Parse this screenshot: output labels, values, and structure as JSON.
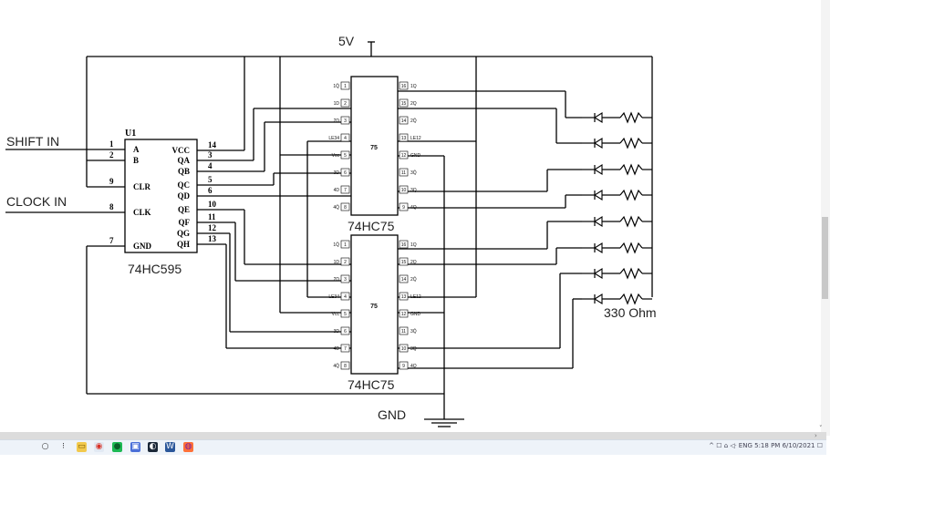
{
  "labels": {
    "supply": "5V",
    "ground": "GND",
    "resistor_value": "330 Ohm",
    "shift_in": "SHIFT IN",
    "clock_in": "CLOCK IN"
  },
  "u1": {
    "ref": "U1",
    "part": "74HC595",
    "left_pins": [
      {
        "num": "1",
        "name": "A"
      },
      {
        "num": "2",
        "name": "B"
      },
      {
        "num": "9",
        "name": "CLR"
      },
      {
        "num": "8",
        "name": "CLK"
      },
      {
        "num": "7",
        "name": "GND"
      }
    ],
    "right_pins": [
      {
        "num": "14",
        "name": "VCC"
      },
      {
        "num": "3",
        "name": "QA"
      },
      {
        "num": "4",
        "name": "QB"
      },
      {
        "num": "5",
        "name": "QC"
      },
      {
        "num": "6",
        "name": "QD"
      },
      {
        "num": "10",
        "name": "QE"
      },
      {
        "num": "11",
        "name": "QF"
      },
      {
        "num": "12",
        "name": "QG"
      },
      {
        "num": "13",
        "name": "QH"
      }
    ]
  },
  "latches": [
    {
      "part": "74HC75",
      "center": "75",
      "left_pins": [
        {
          "name": "1Q̄",
          "num": "1"
        },
        {
          "name": "1D",
          "num": "2"
        },
        {
          "name": "2D",
          "num": "3"
        },
        {
          "name": "LE34",
          "num": "4"
        },
        {
          "name": "Vcc",
          "num": "5"
        },
        {
          "name": "3D",
          "num": "6"
        },
        {
          "name": "4D",
          "num": "7"
        },
        {
          "name": "4Q̄",
          "num": "8"
        }
      ],
      "right_pins": [
        {
          "num": "16",
          "name": "1Q"
        },
        {
          "num": "15",
          "name": "2Q"
        },
        {
          "num": "14",
          "name": "2Q̄"
        },
        {
          "num": "13",
          "name": "LE12"
        },
        {
          "num": "12",
          "name": "GND"
        },
        {
          "num": "11",
          "name": "3Q̄"
        },
        {
          "num": "10",
          "name": "3Q"
        },
        {
          "num": "9",
          "name": "4Q"
        }
      ]
    },
    {
      "part": "74HC75",
      "center": "75",
      "left_pins": [
        {
          "name": "1Q̄",
          "num": "1"
        },
        {
          "name": "1D",
          "num": "2"
        },
        {
          "name": "2D",
          "num": "3"
        },
        {
          "name": "LE34",
          "num": "4"
        },
        {
          "name": "Vcc",
          "num": "5"
        },
        {
          "name": "3D",
          "num": "6"
        },
        {
          "name": "4D",
          "num": "7"
        },
        {
          "name": "4Q̄",
          "num": "8"
        }
      ],
      "right_pins": [
        {
          "num": "16",
          "name": "1Q"
        },
        {
          "num": "15",
          "name": "2Q"
        },
        {
          "num": "14",
          "name": "2Q̄"
        },
        {
          "num": "13",
          "name": "LE12"
        },
        {
          "num": "12",
          "name": "GND"
        },
        {
          "num": "11",
          "name": "3Q̄"
        },
        {
          "num": "10",
          "name": "3Q"
        },
        {
          "num": "9",
          "name": "4Q"
        }
      ]
    }
  ],
  "led_count": 8,
  "taskbar": {
    "icons": [
      "search-icon",
      "task-view-icon",
      "file-explorer-icon",
      "chrome-icon",
      "spotify-icon",
      "store-icon",
      "steam-icon",
      "word-icon",
      "firefox-icon"
    ],
    "tray_text": "^ ☐ ⌂ ◁ᐧ ENG",
    "clock_time": "5:18 PM",
    "clock_date": "6/10/2021"
  },
  "colors": {
    "wire": "#000000",
    "taskbar_bg": "#eef3f9"
  }
}
